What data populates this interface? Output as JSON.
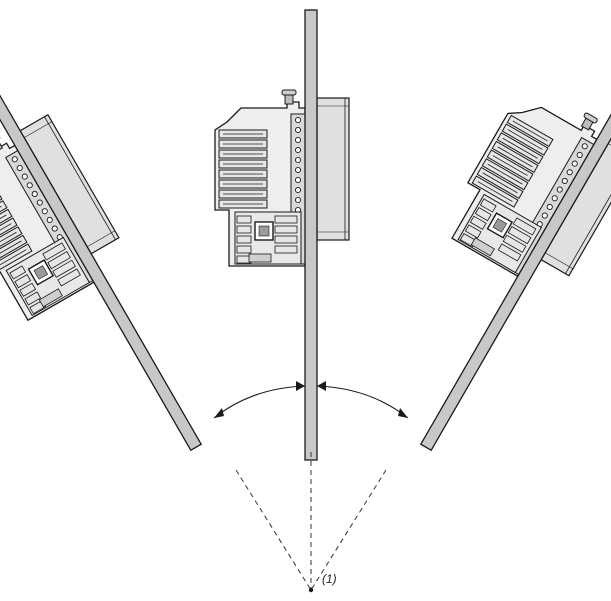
{
  "diagram": {
    "pivot_label": "(1)",
    "colors": {
      "outline": "#1a1a1a",
      "panel_fill": "#c8c8c8",
      "module_fill": "#e6e6e6",
      "module_dark": "#9a9a9a",
      "guide_line": "#333333"
    },
    "mounting_positions": [
      "tilted-left",
      "vertical",
      "tilted-right"
    ]
  }
}
